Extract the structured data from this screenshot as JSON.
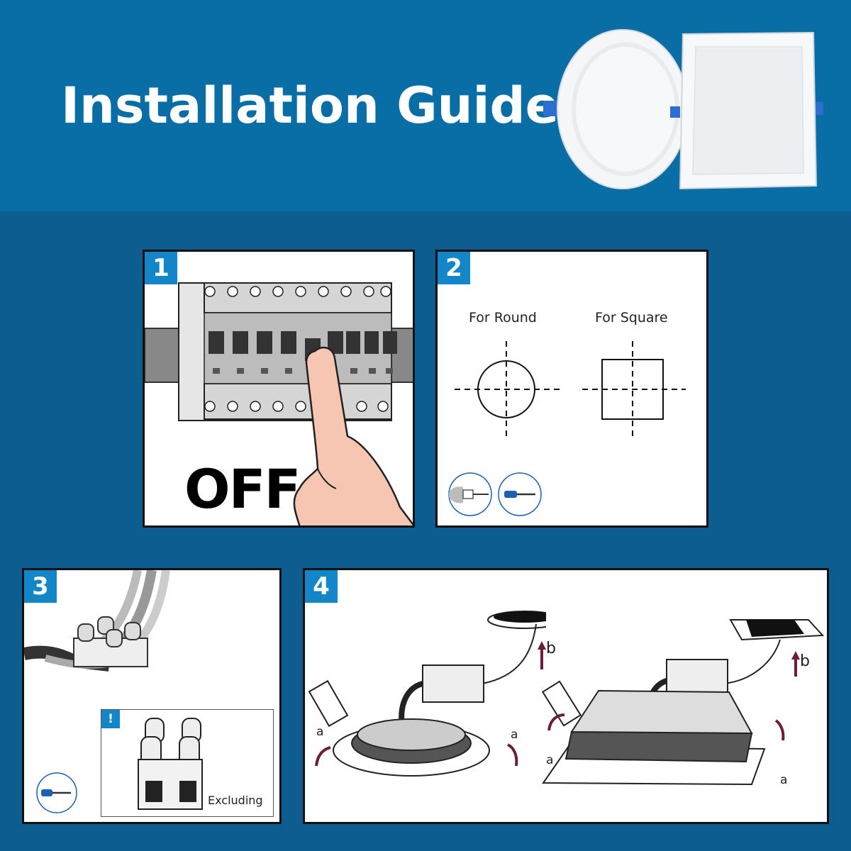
{
  "header": {
    "title": "Installation Guide",
    "background_color": "#0a6ea6",
    "products": [
      "round-panel-light",
      "square-panel-light"
    ]
  },
  "page": {
    "background_color": "#0e5d90",
    "badge_color": "#1386c9"
  },
  "steps": [
    {
      "number": "1",
      "text": "OFF",
      "illustration": "circuit-breaker-switch-off"
    },
    {
      "number": "2",
      "round_label": "For Round",
      "square_label": "For Square",
      "tools": [
        "drill-icon",
        "screwdriver-icon"
      ]
    },
    {
      "number": "3",
      "notice": "!",
      "note_label": "Excluding",
      "tools": [
        "screwdriver-icon"
      ]
    },
    {
      "number": "4",
      "labels": {
        "a": "a",
        "b": "b"
      }
    }
  ]
}
